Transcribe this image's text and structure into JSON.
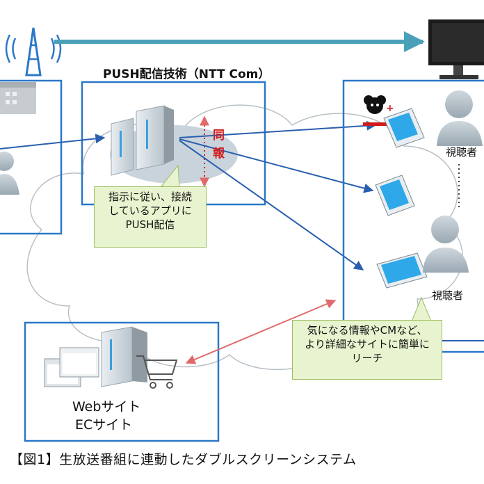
{
  "push_label": "PUSH配信技術（NTT Com）",
  "sync_label_1": "同",
  "sync_label_2": "報",
  "note_push": [
    "指示に従い、接続",
    "しているアプリに",
    "PUSH配信"
  ],
  "note_reach": [
    "気になる情報やCMなど、",
    "より詳細なサイトに簡単に",
    "リーチ"
  ],
  "viewer_label_1": "視聴者",
  "viewer_label_2": "視聴者",
  "web_label": "Webサイト",
  "ec_label": "ECサイト",
  "caption": "【図1】生放送番組に連動したダブルスクリーンシステム",
  "colors": {
    "box_blue": "#2a78c8",
    "arrow_blue": "#2a5fb0",
    "teal_arrow": "#4aa0b8",
    "red": "#d11b1b",
    "note_fill": "#e8f4cf"
  }
}
